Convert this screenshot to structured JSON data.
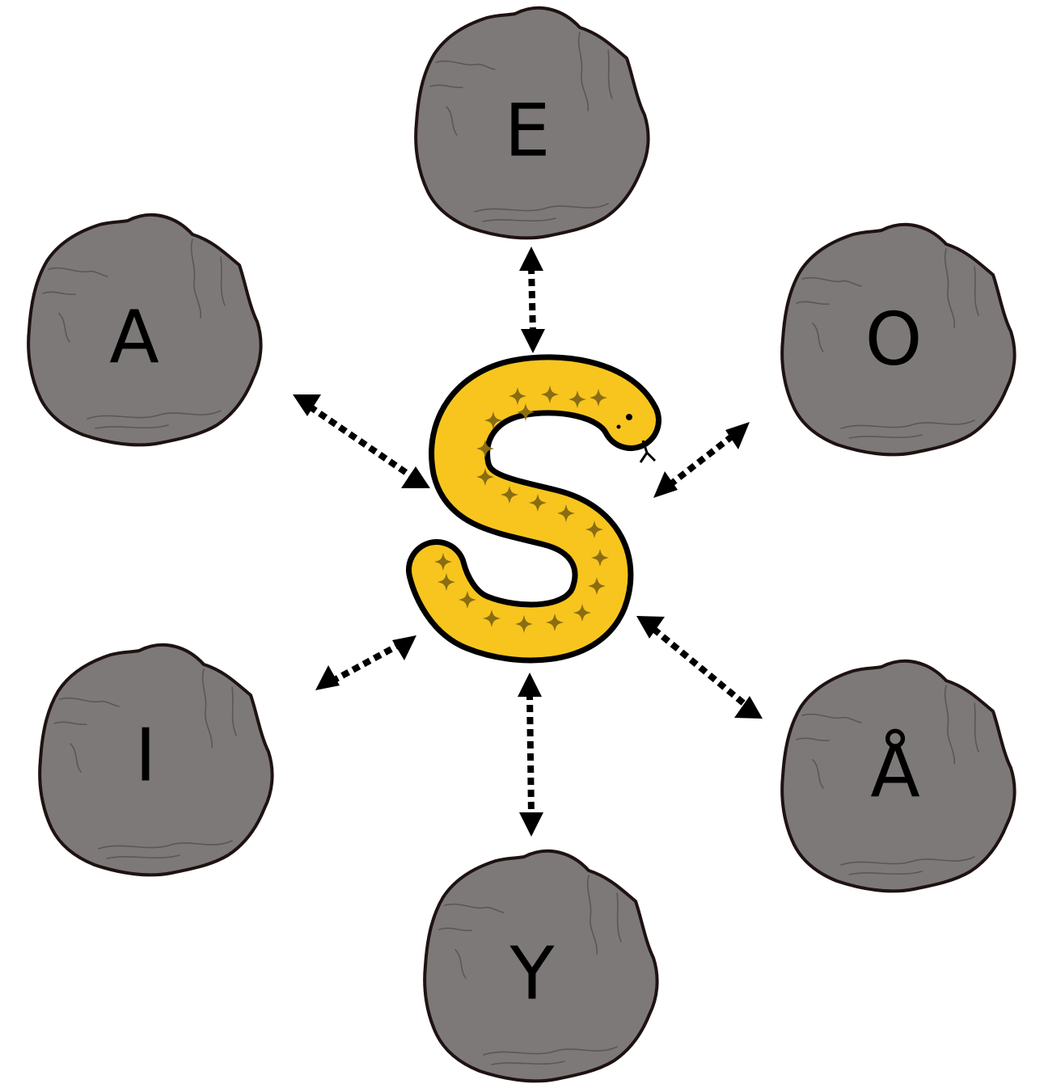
{
  "center": {
    "letter": "S",
    "color": "#f7c51e"
  },
  "rocks": [
    {
      "id": "e",
      "letter": "E"
    },
    {
      "id": "a",
      "letter": "A"
    },
    {
      "id": "o",
      "letter": "O"
    },
    {
      "id": "i",
      "letter": "I"
    },
    {
      "id": "aa",
      "letter": "Å"
    },
    {
      "id": "y",
      "letter": "Y"
    }
  ],
  "colors": {
    "rock": "#7e7979",
    "rock_outline": "#1e1212",
    "arrow": "#000000",
    "star": "#8a6d12"
  },
  "icons": {
    "rock": "rock-icon",
    "arrow": "double-headed-dotted-arrow",
    "snake": "snake-icon"
  }
}
